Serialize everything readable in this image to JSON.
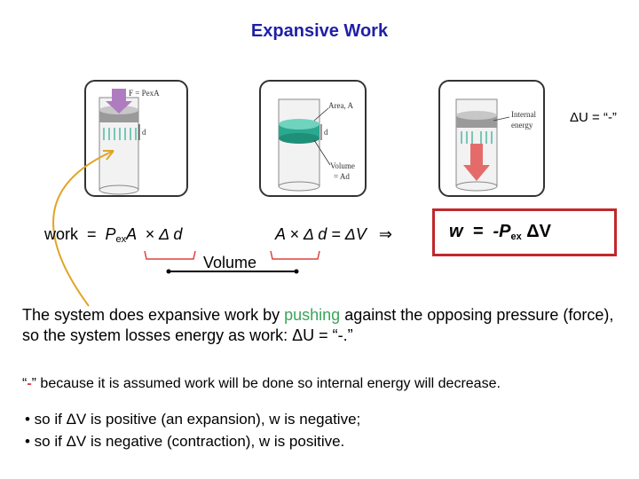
{
  "title": "Expansive Work",
  "delta_u_label": "ΔU = “-”",
  "panels": [
    {
      "labels": {
        "force": "F = PexA",
        "d": "d"
      }
    },
    {
      "labels": {
        "area": "Area, A",
        "d": "d",
        "volume": "Volume",
        "volume_eq": "= Ad"
      }
    },
    {
      "labels": {
        "internal": "Internal",
        "energy": "energy"
      }
    }
  ],
  "equations": {
    "work_prefix": "work  =  ",
    "work_p": "P",
    "work_sub": "ex",
    "work_rest": "A  × Δ d",
    "volume_eq": "A × Δ d = ΔV",
    "implies": "⇒",
    "volume_label": "Volume",
    "w_prefix": "w  =  -P",
    "w_sub": "ex",
    "w_rest": " ΔV"
  },
  "paragraph1": {
    "before": "The system does expansive work by ",
    "highlight": "pushing",
    "after": " against the opposing pressure (force), so the system losses energy as work:  ΔU = “-.”"
  },
  "paragraph2": {
    "open_quote": "“",
    "minus": "-",
    "rest": "” because it is assumed work will be done so internal energy will decrease."
  },
  "bullets": [
    "•  so if ΔV is positive (an expansion), w is negative;",
    "•  so if ΔV is negative (contraction), w is positive."
  ],
  "colors": {
    "title": "#1f1fa8",
    "box_border": "#c0282c",
    "highlight_green": "#3aa55a",
    "arrow_orange": "#e0a526",
    "piston_purple": "#b07cc0",
    "piston_teal": "#2aa890",
    "arrow_red": "#e56b6b"
  }
}
